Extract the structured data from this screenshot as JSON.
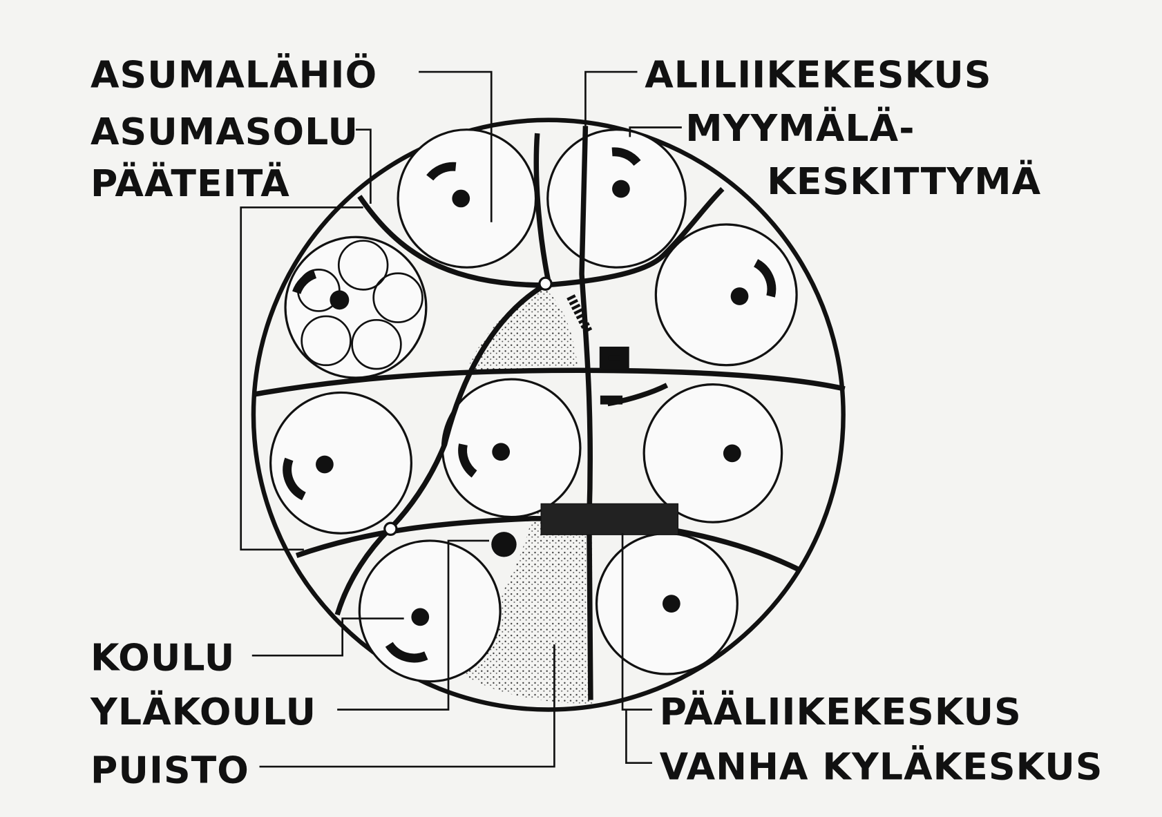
{
  "diagram": {
    "labels": {
      "asumalahio": "ASUMALÄHIÖ",
      "asumasolu": "ASUMASOLU",
      "paateita": "PÄÄTEITÄ",
      "aliliikekeskus": "ALILIIKEKESKUS",
      "myymala_1": "MYYMÄLÄ-",
      "myymala_2": "KESKITTYMÄ",
      "koulu": "KOULU",
      "ylakoulu": "YLÄKOULU",
      "puisto": "PUISTO",
      "paaliikekeskus": "PÄÄLIIKEKESKUS",
      "vanha_kylakeskus": "VANHA KYLÄKESKUS"
    }
  }
}
